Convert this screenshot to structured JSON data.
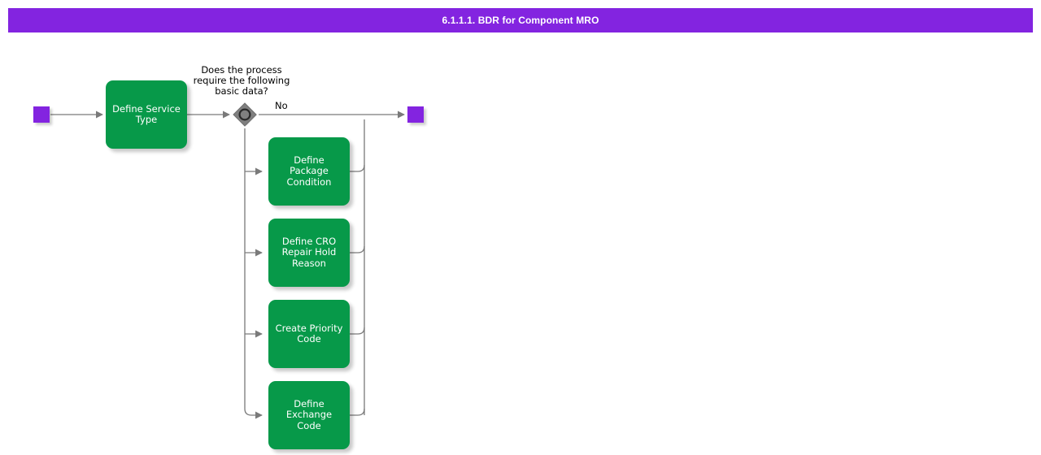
{
  "header": {
    "title": "6.1.1.1. BDR for Component MRO",
    "bar_color": "#8324e0",
    "text_color": "#ffffff"
  },
  "diagram": {
    "type": "process-flow",
    "colors": {
      "task_fill": "#079949",
      "task_text": "#ffffff",
      "terminator_fill": "#8324e0",
      "gateway_fill": "#808080",
      "gateway_symbol": "#2b2b2b",
      "connector": "#7a7a7a",
      "canvas": "#ffffff"
    },
    "start_node": {
      "name": "start-event"
    },
    "end_node": {
      "name": "end-event"
    },
    "first_task": {
      "label": "Define Service\nType"
    },
    "gateway": {
      "name": "or-gateway",
      "question": "Does the process\nrequire the following\nbasic data?",
      "symbol": "circle",
      "branches": [
        {
          "label": "No"
        }
      ]
    },
    "parallel_tasks": [
      {
        "label": "Define Package\nCondition"
      },
      {
        "label": "Define CRO\nRepair Hold\nReason"
      },
      {
        "label": "Create Priority\nCode"
      },
      {
        "label": "Define Exchange\nCode"
      }
    ]
  }
}
